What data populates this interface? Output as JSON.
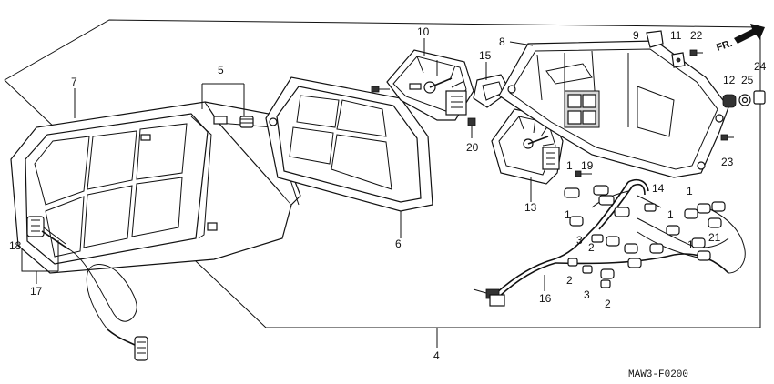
{
  "diagram": {
    "part_labels": [
      "1",
      "2",
      "3",
      "4",
      "5",
      "6",
      "7",
      "8",
      "9",
      "10",
      "11",
      "12",
      "13",
      "14",
      "15",
      "16",
      "17",
      "18",
      "19",
      "20",
      "21",
      "22",
      "23",
      "24",
      "25"
    ],
    "direction_label": "FR.",
    "figure_code": "MAW3-F0200"
  }
}
